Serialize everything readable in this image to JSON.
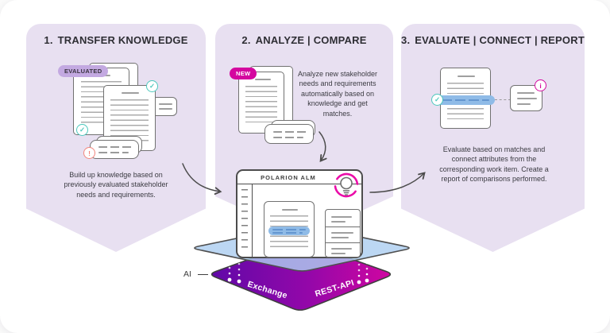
{
  "panels": [
    {
      "step": "1.",
      "title": "TRANSFER KNOWLEDGE",
      "badge": "EVALUATED",
      "description": "Build up knowledge based on previously evaluated stakeholder needs and requirements."
    },
    {
      "step": "2.",
      "title": "ANALYZE | COMPARE",
      "badge": "NEW",
      "description": "Analyze new stakeholder needs and requirements automatically based on knowledge and get matches."
    },
    {
      "step": "3.",
      "title": "EVALUATE | CONNECT | REPORT",
      "description": "Evaluate based on matches and connect attributes from the corresponding work item. Create a report of comparisons performed."
    }
  ],
  "window": {
    "title": "POLARION ALM"
  },
  "platform": {
    "ai_label": "AI",
    "layer_left_label": "Exchange",
    "layer_right_label": "REST-API"
  },
  "icons": {
    "check": "✓",
    "alert": "!",
    "info": "i"
  },
  "colors": {
    "panel_bg": "#e8e0f1",
    "magenta": "#d4079f",
    "badge_purple": "#c3a9e1",
    "teal": "#4cc8bd",
    "alert_red": "#f2857c",
    "highlight_blue": "#8fbbe7",
    "layer_blue": "#b9d4ef",
    "layer_purple_dark": "#5e09a8",
    "layer_magenta": "#d206a0",
    "outline_dark": "#4c4c4c"
  }
}
